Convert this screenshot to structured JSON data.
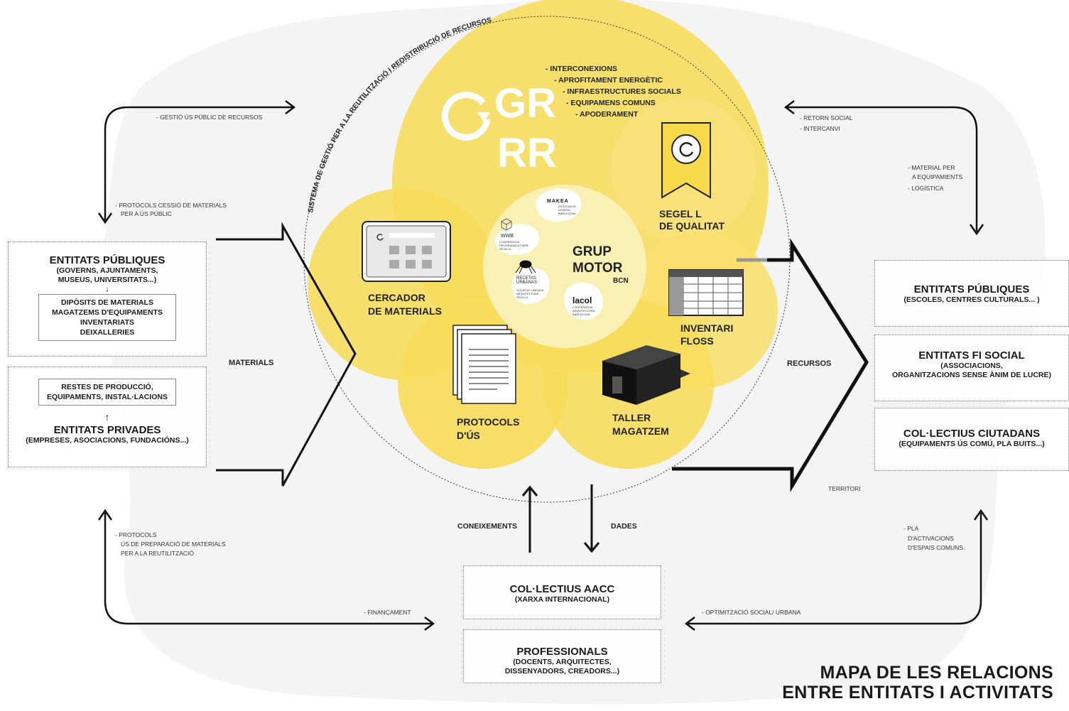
{
  "arc_label": "SISTEMA DE GESTIÓ PER A LA REUTILITZACIÓ I REDISTRIBUCIÓ DE RECURSOS",
  "logo": {
    "line1": "GR",
    "line2": "RR"
  },
  "benefits": [
    "- INTERCONEXIONS",
    "- APROFITAMENT ENERGÈTIC",
    "- INFRAESTRUCTURES SOCIALS",
    "- EQUIPAMENS COMUNS",
    "- APODERAMENT"
  ],
  "center": {
    "line1": "GRUP",
    "line2": "MOTOR",
    "line3": "BCN"
  },
  "partners": {
    "makea": {
      "name": "MAKEA",
      "desc1": "ASSOCIACIÓ",
      "desc2": "DISSENY",
      "desc3": "BARCELONA"
    },
    "wwb": {
      "name": "WWB",
      "desc1": "COOPERATIVA",
      "desc2": "PROGRAMACIÓ WEB",
      "desc3": "SEVILLA"
    },
    "recetas": {
      "name1": "RECETAS",
      "name2": "URBANAS",
      "desc1": "SOCIETAT LIMITADA",
      "desc2": "ARQUITECTURA",
      "desc3": "SEVILLA"
    },
    "lacol": {
      "name": "lacol",
      "desc1": "COOPERATIVA",
      "desc2": "ARQUITECTURA",
      "desc3": "BARCELONA"
    }
  },
  "tools": {
    "segell": {
      "line1": "SEGEL L",
      "line2": "DE QUALITAT"
    },
    "cercador": {
      "line1": "CERCADOR",
      "line2": "DE MATERIALS"
    },
    "inventari": {
      "line1": "INVENTARI",
      "line2": "FLOSS"
    },
    "protocols": {
      "line1": "PROTOCOLS",
      "line2": "D'ÚS"
    },
    "taller": {
      "line1": "TALLER",
      "line2": "MAGATZEM"
    }
  },
  "flows": {
    "materials": "MATERIALS",
    "recursos": "RECURSOS",
    "territori": "TERRITORI",
    "coneixements": "CONEIXEMENTS",
    "dades": "DADES"
  },
  "notes": {
    "gestio": "- GESTIÓ ÚS PÚBLIC DE RECURSOS",
    "protocols_cessio1": "- PROTOCOLS CESSIÓ DE MATERIALS",
    "protocols_cessio2": "PER A ÚS PÚBLIC",
    "retorn1": "- RETORN SOCIAL",
    "retorn2": "- INTERCANVI",
    "material1": "- MATERIAL PER",
    "material2": "A EQUIPAMIENTS",
    "material3": "- LOGÍSTICA",
    "prep1": "- PROTOCOLS",
    "prep2": "ÚS DE PREPARACIÓ DE MATERIALS",
    "prep3": "PER A LA REUTILITZACIÓ",
    "pla1": "- PLA",
    "pla2": "D'ACTIVACIONS",
    "pla3": "D'ESPAIS COMUNS.",
    "financament": "- FINANÇAMENT",
    "optimitzacio": "- OPTIMITZACIÓ SOCIAL/ URBANA"
  },
  "left": {
    "publiques": {
      "title": "ENTITATS PÚBLIQUES",
      "sub1": "(GOVERNS, AJUNTAMENTS,",
      "sub2": "MUSEUS, UNIVERSITATS...)",
      "arrow": "↓",
      "inner1": "DIPÒSITS DE MATERIALS",
      "inner2": "MAGATZEMS D'EQUIPAMENTS",
      "inner3": "INVENTARIATS",
      "inner4": "DEIXALLERIES"
    },
    "privades": {
      "inner1": "RESTES DE PRODUCCIÓ,",
      "inner2": "EQUIPAMENTS, INSTAL·LACIONS",
      "arrow": "↑",
      "title": "ENTITATS PRIVADES",
      "sub": "(EMPRESES, ASOCIACIONS, FUNDACIÓNS...)"
    }
  },
  "right": {
    "publiques": {
      "title": "ENTITATS PÚBLIQUES",
      "sub": "(ESCOLES, CENTRES CULTURALS... )"
    },
    "fisocial": {
      "title": "ENTITATS FI SOCIAL",
      "sub1": "(ASSOCIACIONS,",
      "sub2": "ORGANITZACIONS SENSE ÀNIM DE LUCRE)"
    },
    "collectius": {
      "title": "COL·LECTIUS CIUTADANS",
      "sub": "(EQUIPAMENTS ÚS COMÚ, PLA BUITS...)"
    }
  },
  "bottom": {
    "aacc": {
      "title": "COL·LECTIUS AACC",
      "sub": "(XARXA INTERNACIONAL)"
    },
    "professionals": {
      "title": "PROFESSIONALS",
      "sub1": "(DOCENTS, ARQUITECTES,",
      "sub2": "DISSENYADORS, CREADORS...)"
    }
  },
  "footer": {
    "line1": "MAPA DE LES RELACIONS",
    "line2": "ENTRE ENTITATS I ACTIVITATS"
  },
  "colors": {
    "yellow": "#f7dc5a",
    "pale": "#fbf0b8",
    "dark": "#1a1a1a"
  }
}
